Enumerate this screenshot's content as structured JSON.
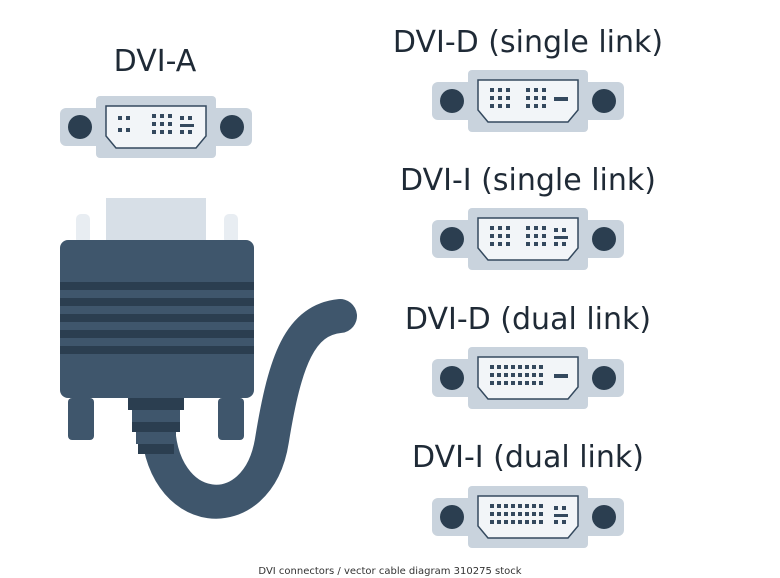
{
  "labels": {
    "dvi_a": "DVI-A",
    "dvi_d_single": "DVI-D (single link)",
    "dvi_i_single": "DVI-I (single link)",
    "dvi_d_dual": "DVI-D (dual link)",
    "dvi_i_dual": "DVI-I (dual link)"
  },
  "colors": {
    "cable": "#3f566c",
    "cable_dark": "#2b3e50",
    "port_plate": "#c9d3dd",
    "port_face": "#f2f5f8",
    "pin": "#34495e"
  },
  "footer": "DVI connectors / vector cable diagram 310275 stock"
}
